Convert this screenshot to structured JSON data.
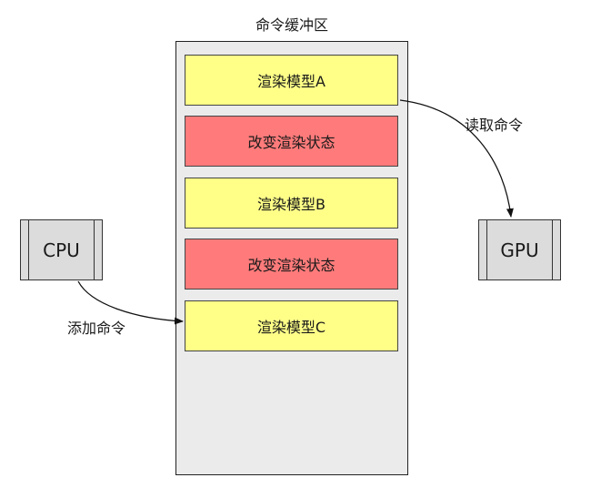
{
  "buffer": {
    "title": "命令缓冲区"
  },
  "commands": [
    {
      "label": "渲染模型A",
      "color": "#ffff88"
    },
    {
      "label": "改变渲染状态",
      "color": "#ff7b7b"
    },
    {
      "label": "渲染模型B",
      "color": "#ffff88"
    },
    {
      "label": "改变渲染状态",
      "color": "#ff7b7b"
    },
    {
      "label": "渲染模型C",
      "color": "#ffff88"
    }
  ],
  "processors": {
    "cpu": "CPU",
    "gpu": "GPU"
  },
  "edges": {
    "add_command": "添加命令",
    "read_command": "读取命令"
  }
}
